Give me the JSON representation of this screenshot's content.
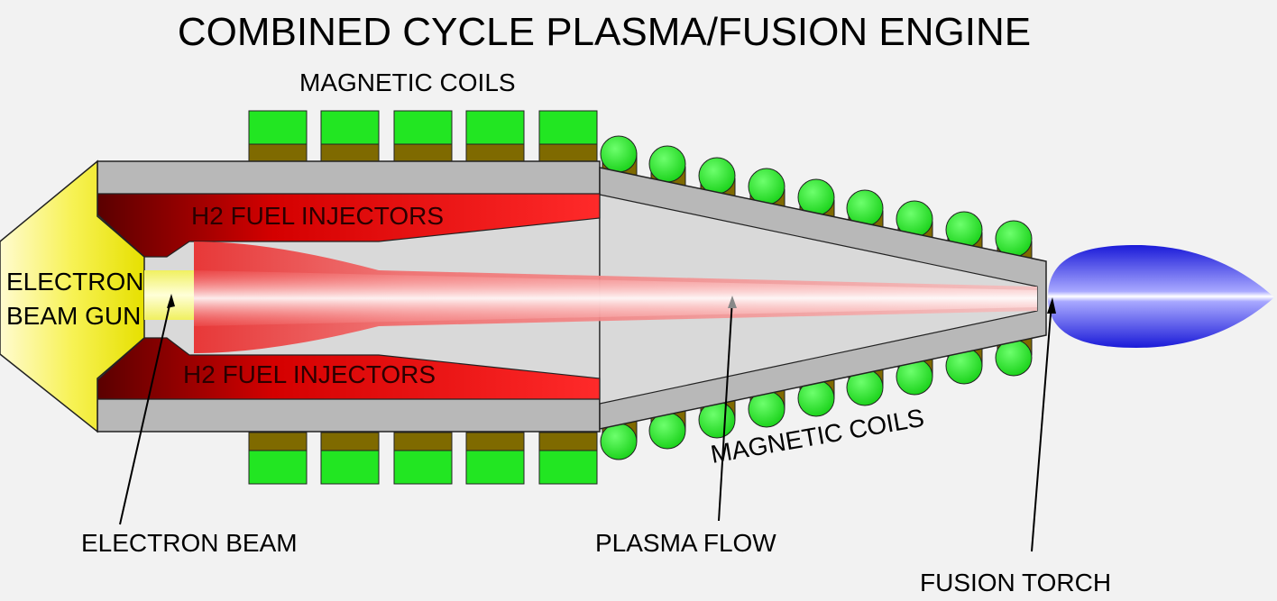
{
  "title": "COMBINED CYCLE PLASMA/FUSION ENGINE",
  "labels": {
    "magnetic_coils_top": "MAGNETIC COILS",
    "magnetic_coils_bottom": "MAGNETIC COILS",
    "h2_fuel_injectors_top": "H2 FUEL INJECTORS",
    "h2_fuel_injectors_bottom": "H2 FUEL INJECTORS",
    "electron_beam_gun_line1": "ELECTRON",
    "electron_beam_gun_line2": "BEAM GUN",
    "electron_beam": "ELECTRON BEAM",
    "plasma_flow": "PLASMA FLOW",
    "fusion_torch": "FUSION TORCH"
  },
  "colors": {
    "background": "#f2f2f2",
    "coil_green": "#22e622",
    "coil_base": "#7f6a00",
    "housing_grey": "#b8b8b8",
    "gun_yellow": "#f4f000",
    "injector_red": "#e00000",
    "torch_blue": "#1a1ae8"
  }
}
